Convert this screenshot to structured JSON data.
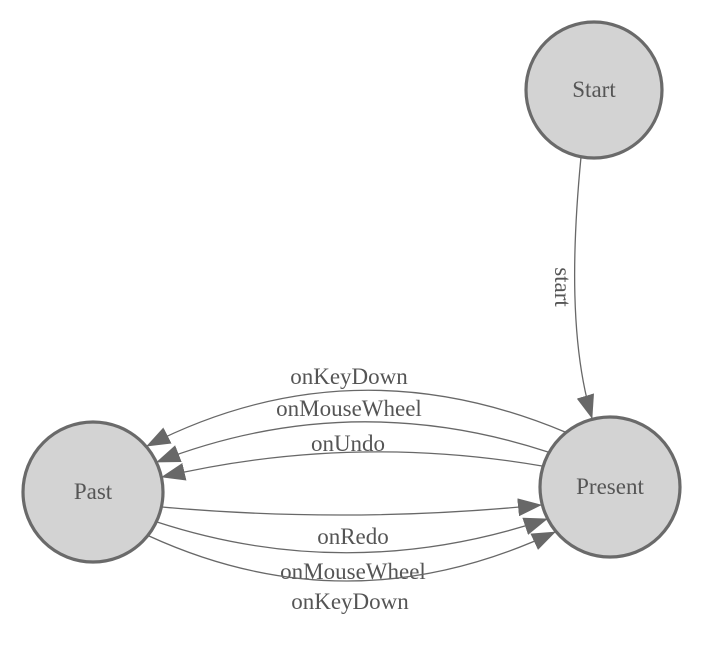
{
  "diagram": {
    "kind": "finite-state-machine",
    "colors": {
      "background": "#ffffff",
      "node_fill": "#d3d3d3",
      "node_stroke": "#6a6a6a",
      "edge_stroke": "#686868",
      "label_color": "#555555"
    },
    "nodes": [
      {
        "id": "start",
        "label": "Start"
      },
      {
        "id": "present",
        "label": "Present"
      },
      {
        "id": "past",
        "label": "Past"
      }
    ],
    "edges": [
      {
        "from": "start",
        "to": "present",
        "label": "start"
      },
      {
        "from": "present",
        "to": "past",
        "label": "onKeyDown"
      },
      {
        "from": "present",
        "to": "past",
        "label": "onMouseWheel"
      },
      {
        "from": "present",
        "to": "past",
        "label": "onUndo"
      },
      {
        "from": "past",
        "to": "present",
        "label": "onRedo"
      },
      {
        "from": "past",
        "to": "present",
        "label": "onMouseWheel"
      },
      {
        "from": "past",
        "to": "present",
        "label": "onKeyDown"
      }
    ]
  }
}
